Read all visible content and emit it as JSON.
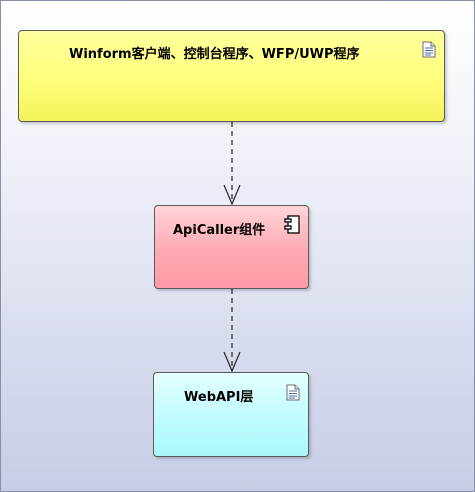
{
  "diagram": {
    "nodes": [
      {
        "id": "client",
        "label": "Winform客户端、控制台程序、WFP/UWP程序",
        "icon": "document-icon"
      },
      {
        "id": "apicaller",
        "label": "ApiCaller组件",
        "icon": "component-icon"
      },
      {
        "id": "webapi",
        "label": "WebAPI层",
        "icon": "document-icon"
      }
    ],
    "edges": [
      {
        "from": "client",
        "to": "apicaller",
        "style": "dashed-arrow"
      },
      {
        "from": "apicaller",
        "to": "webapi",
        "style": "dashed-arrow"
      }
    ]
  }
}
